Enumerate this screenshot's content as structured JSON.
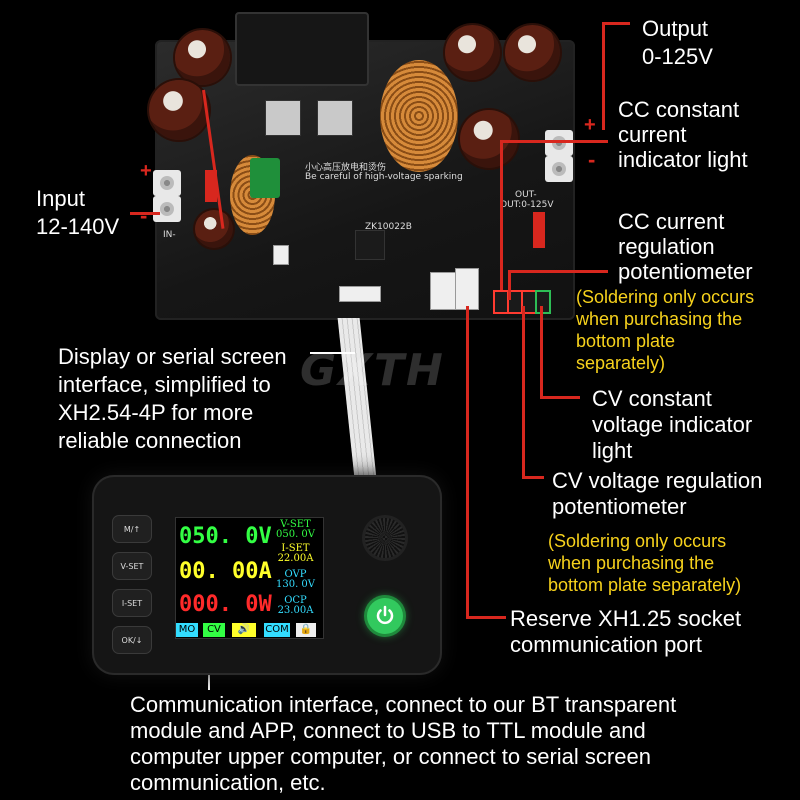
{
  "labels": {
    "output_line1": "Output",
    "output_line2": "0-125V",
    "cc_light_line1": "CC constant",
    "cc_light_line2": "current",
    "cc_light_line3": "indicator light",
    "input_line1": "Input",
    "input_line2": "12-140V",
    "cc_pot_line1": "CC current",
    "cc_pot_line2": "regulation",
    "cc_pot_line3": "potentiometer",
    "cc_note_line1": "(Soldering only occurs",
    "cc_note_line2": "when purchasing the",
    "cc_note_line3": "bottom plate",
    "cc_note_line4": "separately)",
    "display_line1": "Display or serial screen",
    "display_line2": "interface, simplified to",
    "display_line3": "XH2.54-4P for more",
    "display_line4": "reliable connection",
    "cv_light_line1": "CV constant",
    "cv_light_line2": "voltage indicator",
    "cv_light_line3": "light",
    "cv_pot_line1": "CV voltage regulation",
    "cv_pot_line2": "potentiometer",
    "cv_note_line1": "(Soldering only occurs",
    "cv_note_line2": "when purchasing the",
    "cv_note_line3": "bottom plate separately)",
    "reserve_line1": "Reserve XH1.25 socket",
    "reserve_line2": "communication port",
    "comm_line1": "Communication interface, connect to our BT transparent",
    "comm_line2": "module and APP, connect to USB to TTL module and",
    "comm_line3": "computer upper computer, or connect to serial screen",
    "comm_line4": "communication, etc.",
    "watermark": "GXTH"
  },
  "pcb": {
    "model": "ZK10022B",
    "warning_cn": "小心高压放电和烫伤",
    "warning_en": "Be careful of high-voltage sparking",
    "out_label": "OUT-",
    "out_range": "OUT:0-125V",
    "in_label": "IN-",
    "plus": "+",
    "minus": "-"
  },
  "device": {
    "buttons": [
      "M/↑",
      "V-SET",
      "I-SET",
      "OK/↓"
    ],
    "voltage": "050. 0V",
    "current": "00. 00A",
    "power": "000. 0W",
    "side": [
      {
        "label": "V-SET",
        "value": "050. 0V"
      },
      {
        "label": "I-SET",
        "value": "22.00A"
      },
      {
        "label": "OVP",
        "value": "130. 0V"
      },
      {
        "label": "OCP",
        "value": "23.00A"
      }
    ],
    "status_tabs": [
      "MO",
      "CV",
      "🔊",
      "COM",
      "🔒"
    ]
  },
  "colors": {
    "leader_line": "#d8271e",
    "note_text": "#f7d21c",
    "voltage": "#33ff44",
    "current": "#ffff2a",
    "power": "#ff2a2a",
    "power_button": "#32c95e"
  }
}
